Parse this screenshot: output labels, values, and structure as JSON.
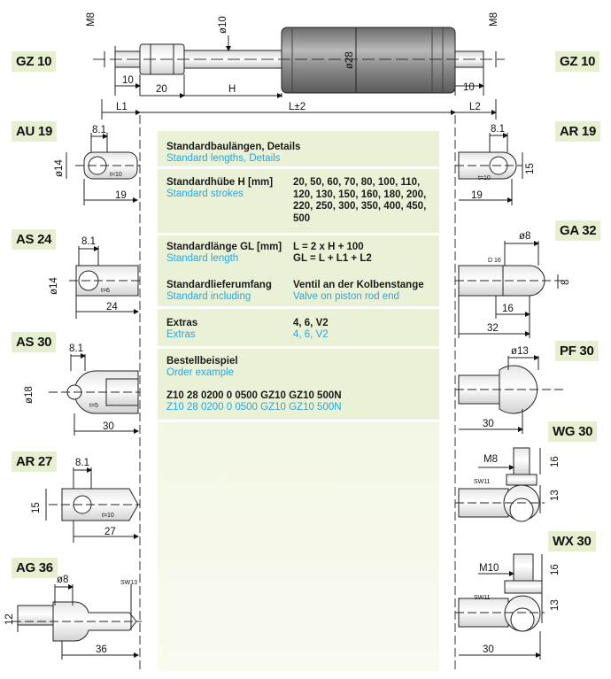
{
  "labels": {
    "gz10_left": "GZ 10",
    "gz10_right": "GZ 10",
    "au19": "AU 19",
    "ar19": "AR 19",
    "as24": "AS 24",
    "ga32": "GA 32",
    "as30": "AS 30",
    "pf30": "PF 30",
    "ar27": "AR 27",
    "wg30": "WG 30",
    "ag36": "AG 36",
    "wx30": "WX 30"
  },
  "panel": {
    "title_de": "Standardbaulängen, Details",
    "title_en": "Standard lengths, Details",
    "strokes_de": "Standardhübe H [mm]",
    "strokes_en": "Standard strokes",
    "strokes_values": "20, 50, 60, 70, 80, 100, 110, 120, 130, 150, 160, 180, 200, 220, 250, 300, 350, 400, 450, 500",
    "length_de": "Standardlänge GL [mm]",
    "length_en": "Standard length",
    "length_val1": "L = 2 x H + 100",
    "length_val2": "GL = L + L1 + L2",
    "incl_de": "Standardlieferumfang",
    "incl_en": "Standard including",
    "incl_val_de": "Ventil an der Kolbenstange",
    "incl_val_en": "Valve on piston rod end",
    "extras_de": "Extras",
    "extras_en": "Extras",
    "extras_val_de": "4, 6, V2",
    "extras_val_en": "4, 6, V2",
    "order_de": "Bestellbeispiel",
    "order_en": "Order example",
    "order_code_de": "Z10 28 0200 0 0500 GZ10 GZ10 500N",
    "order_code_en": "Z10 28 0200 0 0500 GZ10 GZ10 500N"
  },
  "dims": {
    "m8": "M8",
    "d10": "ø10",
    "d28": "ø28",
    "ten": "10",
    "twenty": "20",
    "h": "H",
    "l1": "L1",
    "l": "L±2",
    "l2": "L2",
    "au_81": "8.1",
    "au_d14": "ø14",
    "au_t": "t=10",
    "au_19": "19",
    "ar19_81": "8.1",
    "ar19_15": "15",
    "ar19_t": "t=10",
    "ar19_19": "19",
    "as24_81": "8.1",
    "as24_d14": "ø14",
    "as24_t": "t=6",
    "as24_24": "24",
    "ga_d8": "ø8",
    "ga_d16": "D 16",
    "ga_8": "8",
    "ga_16": "16",
    "ga_32": "32",
    "as30_81": "8.1",
    "as30_d18": "ø18",
    "as30_t": "t=5",
    "as30_30": "30",
    "pf_d13": "ø13",
    "pf_30": "30",
    "ar27_81": "8.1",
    "ar27_15": "15",
    "ar27_t": "t=10",
    "ar27_27": "27",
    "wg_m8": "M8",
    "wg_16": "16",
    "wg_sw": "SW11",
    "wg_13": "13",
    "ag_d8": "ø8",
    "ag_sw": "SW13",
    "ag_12": "12",
    "ag_36": "36",
    "wx_m10": "M10",
    "wx_16": "16",
    "wx_sw": "SW11",
    "wx_13": "13",
    "wx_30": "30"
  }
}
